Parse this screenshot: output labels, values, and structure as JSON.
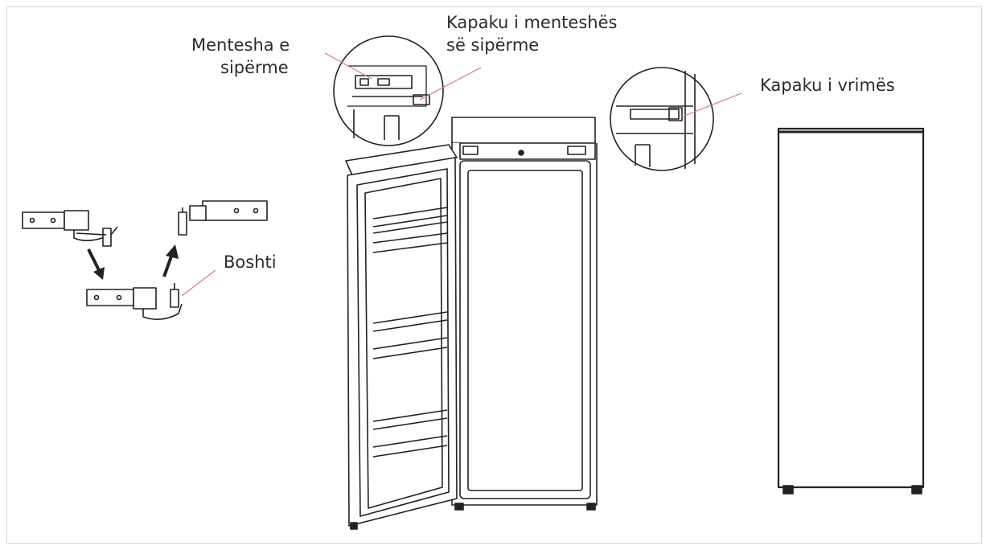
{
  "labels": {
    "upper_hinge": [
      "Mentesha e",
      "sipërme"
    ],
    "upper_hinge_cover": [
      "Kapaku i menteshës",
      "së sipërme"
    ],
    "hole_cover": "Kapaku i vrimës",
    "shaft": "Boshti"
  },
  "colors": {
    "line": "#222222",
    "leader": "#d07a88",
    "text": "#2b2b2b",
    "frame": "#d6d6d6"
  }
}
